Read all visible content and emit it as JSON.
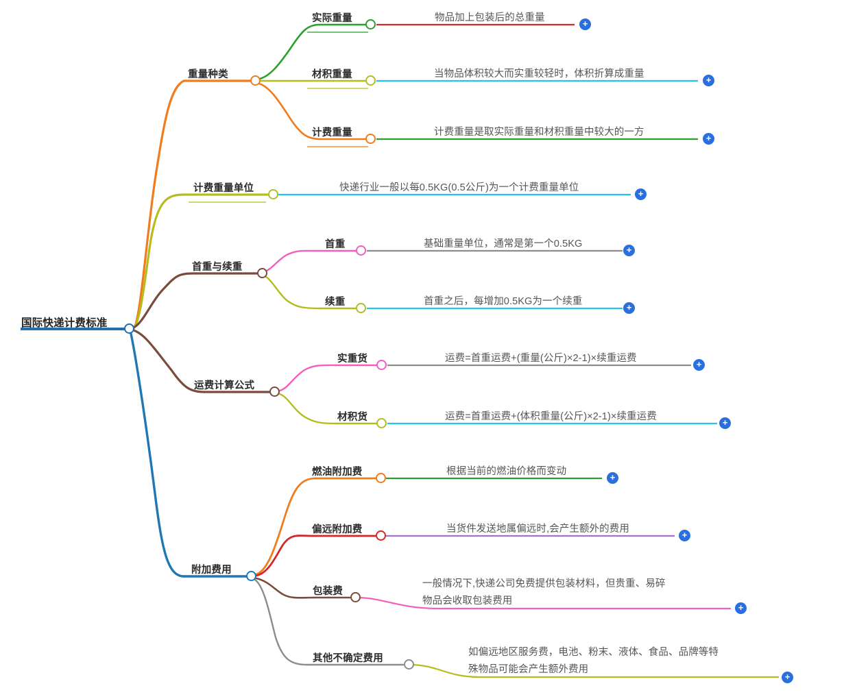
{
  "title": "国际快递计费标准",
  "palette": {
    "root_stroke": "#1f6fb4",
    "orange": "#f07c1e",
    "olive": "#b5bd1c",
    "brown": "#7a4b3a",
    "blue": "#1f77b4",
    "green": "#2aa02a",
    "red": "#d62728",
    "cyan": "#22c5e8",
    "magenta": "#e857c8",
    "pink": "#f25fbb",
    "grey": "#8c8c8c",
    "purple": "#a072d6",
    "plus_blue": "#2a6fe0",
    "text_dark": "#2b2b2b",
    "text_desc": "#555555"
  },
  "root": {
    "label": "国际快递计费标准",
    "node_name": "root-node"
  },
  "plus_label": "+",
  "branches": [
    {
      "label": "重量种类",
      "name": "branch-weight-types",
      "ring_color": "#f07c1e",
      "children": [
        {
          "label": "实际重量",
          "name": "leaf-actual-weight",
          "ring_color": "#2aa02a",
          "line_color": "#d62728",
          "desc": [
            "物品加上包装后的总重量"
          ]
        },
        {
          "label": "材积重量",
          "name": "leaf-volumetric-weight",
          "ring_color": "#b5bd1c",
          "line_color": "#22c5e8",
          "desc": [
            "当物品体积较大而实重较轻时，体积折算成重量"
          ]
        },
        {
          "label": "计费重量",
          "name": "leaf-chargeable-weight",
          "ring_color": "#f07c1e",
          "line_color": "#2aa02a",
          "desc": [
            "计费重量是取实际重量和材积重量中较大的一方"
          ]
        }
      ]
    },
    {
      "label": "计费重量单位",
      "name": "branch-chargeable-weight-unit",
      "ring_color": "#b5bd1c",
      "line_color": "#22c5e8",
      "desc": [
        "快递行业一般以每0.5KG(0.5公斤)为一个计费重量单位"
      ],
      "children": []
    },
    {
      "label": "首重与续重",
      "name": "branch-first-and-additional-weight",
      "ring_color": "#7a4b3a",
      "children": [
        {
          "label": "首重",
          "name": "leaf-first-weight",
          "ring_color": "#f25fbb",
          "line_color": "#8c8c8c",
          "desc": [
            "基础重量单位，通常是第一个0.5KG"
          ]
        },
        {
          "label": "续重",
          "name": "leaf-additional-weight",
          "ring_color": "#b5bd1c",
          "line_color": "#22c5e8",
          "desc": [
            "首重之后，每增加0.5KG为一个续重"
          ]
        }
      ]
    },
    {
      "label": "运费计算公式",
      "name": "branch-freight-formula",
      "ring_color": "#7a4b3a",
      "children": [
        {
          "label": "实重货",
          "name": "leaf-actual-weight-cargo",
          "ring_color": "#f25fbb",
          "line_color": "#8c8c8c",
          "desc": [
            "运费=首重运费+(重量(公斤)×2-1)×续重运费"
          ]
        },
        {
          "label": "材积货",
          "name": "leaf-volumetric-cargo",
          "ring_color": "#b5bd1c",
          "line_color": "#22c5e8",
          "desc": [
            "运费=首重运费+(体积重量(公斤)×2-1)×续重运费"
          ]
        }
      ]
    },
    {
      "label": "附加费用",
      "name": "branch-surcharges",
      "ring_color": "#1f77b4",
      "children": [
        {
          "label": "燃油附加费",
          "name": "leaf-fuel-surcharge",
          "ring_color": "#f07c1e",
          "line_color": "#2aa02a",
          "desc": [
            "根据当前的燃油价格而变动"
          ]
        },
        {
          "label": "偏远附加费",
          "name": "leaf-remote-area-surcharge",
          "ring_color": "#d62728",
          "line_color": "#a072d6",
          "desc": [
            "当货件发送地属偏远时,会产生额外的费用"
          ]
        },
        {
          "label": "包装费",
          "name": "leaf-packaging-fee",
          "ring_color": "#7a4b3a",
          "line_color": "#f25fbb",
          "desc": [
            "一般情况下,快递公司免费提供包装材料，但贵重、易碎",
            "物品会收取包装费用"
          ]
        },
        {
          "label": "其他不确定费用",
          "name": "leaf-other-uncertain-fees",
          "ring_color": "#8c8c8c",
          "line_color": "#b5bd1c",
          "desc": [
            "如偏远地区服务费，电池、粉末、液体、食品、品牌等特",
            "殊物品可能会产生额外费用"
          ]
        }
      ]
    }
  ]
}
